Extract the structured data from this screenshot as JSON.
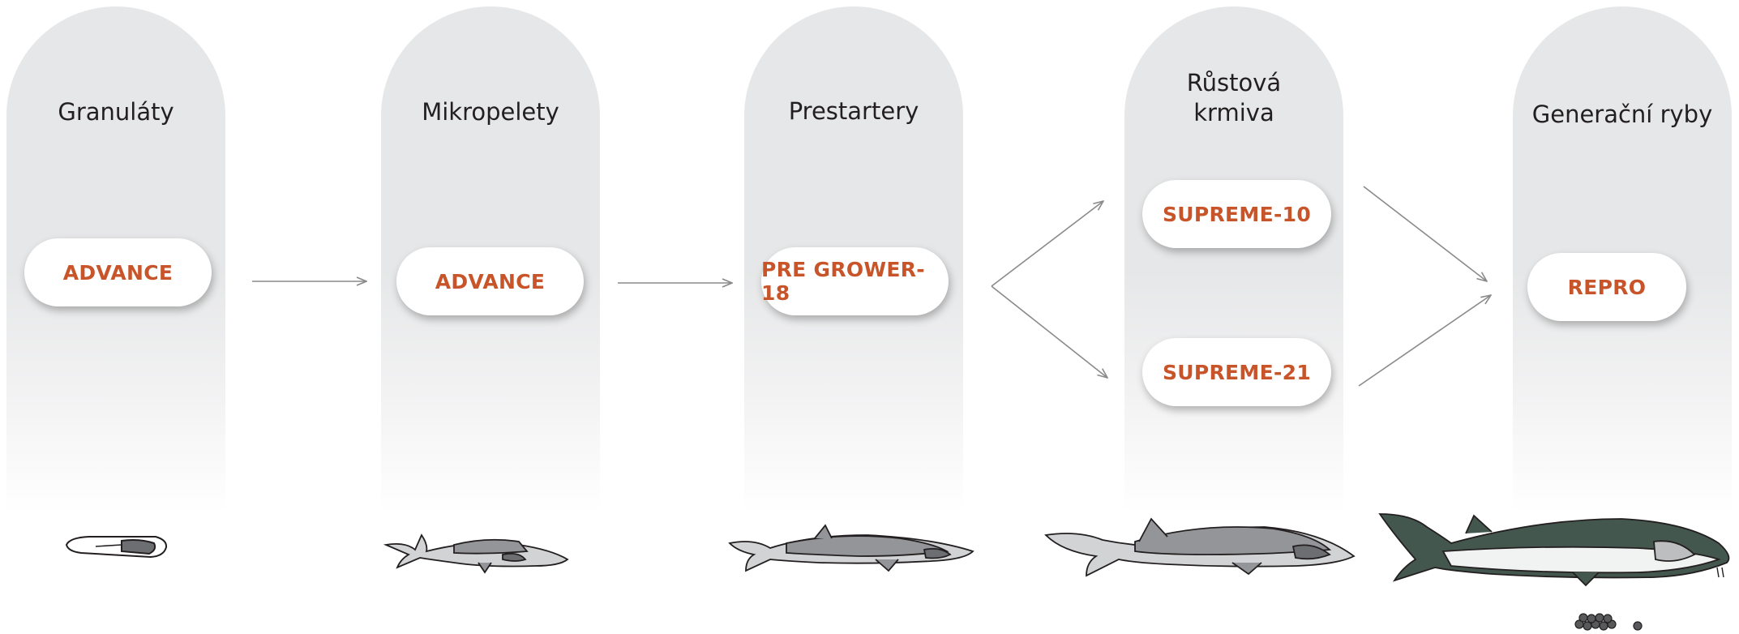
{
  "stages": [
    {
      "title": "Granuláty",
      "products": [
        "ADVANCE"
      ]
    },
    {
      "title": "Mikropelety",
      "products": [
        "ADVANCE"
      ]
    },
    {
      "title": "Prestartery",
      "products": [
        "PRE GROWER-18"
      ]
    },
    {
      "title": "Růstová\nkrmiva",
      "products": [
        "SUPREME-10",
        "SUPREME-21"
      ]
    },
    {
      "title": "Generační ryby",
      "products": [
        "REPRO"
      ]
    }
  ],
  "fish_icons": [
    "larva-icon",
    "fry-sturgeon-icon",
    "juvenile-sturgeon-icon",
    "grower-sturgeon-icon",
    "broodstock-sturgeon-icon",
    "eggs-icon"
  ],
  "colors": {
    "column": "#e6e7e8",
    "product_text": "#c8542a",
    "arrow": "#8a8a8a"
  }
}
